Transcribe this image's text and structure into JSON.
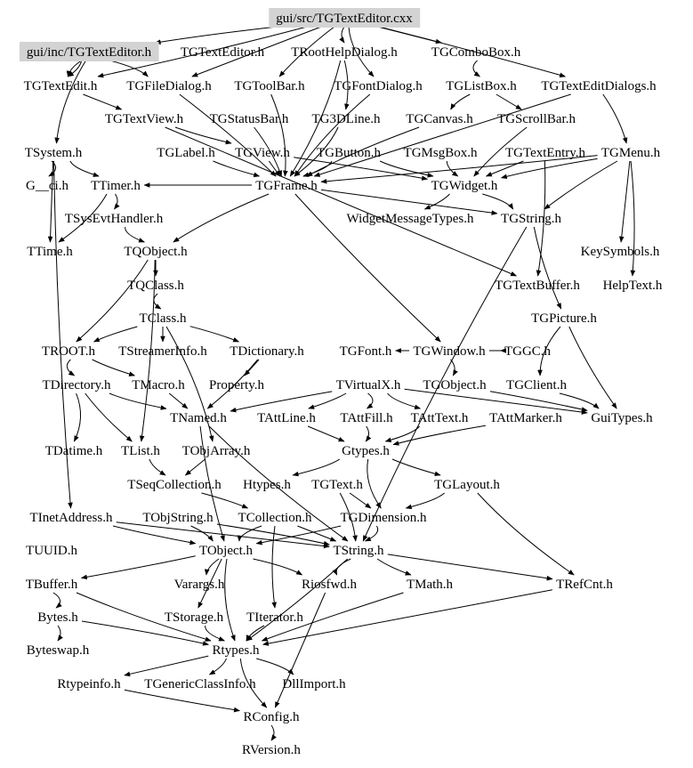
{
  "diagram": {
    "title": "Include dependency graph for gui/src/TGTextEditor.cxx",
    "highlight_color": "#d3d3d3",
    "root": "gui/src/TGTextEditor.cxx",
    "nodes": [
      {
        "id": "cxx",
        "label": "gui/src/TGTextEditor.cxx",
        "highlighted": true
      },
      {
        "id": "inc",
        "label": "gui/inc/TGTextEditor.h",
        "highlighted": true
      },
      {
        "id": "TGTextEditor",
        "label": "TGTextEditor.h"
      },
      {
        "id": "TRootHelpDialog",
        "label": "TRootHelpDialog.h"
      },
      {
        "id": "TGComboBox",
        "label": "TGComboBox.h"
      },
      {
        "id": "TGTextEdit",
        "label": "TGTextEdit.h"
      },
      {
        "id": "TGFileDialog",
        "label": "TGFileDialog.h"
      },
      {
        "id": "TGToolBar",
        "label": "TGToolBar.h"
      },
      {
        "id": "TGFontDialog",
        "label": "TGFontDialog.h"
      },
      {
        "id": "TGListBox",
        "label": "TGListBox.h"
      },
      {
        "id": "TGTextEditDialogs",
        "label": "TGTextEditDialogs.h"
      },
      {
        "id": "TGTextView",
        "label": "TGTextView.h"
      },
      {
        "id": "TGStatusBar",
        "label": "TGStatusBar.h"
      },
      {
        "id": "TG3DLine",
        "label": "TG3DLine.h"
      },
      {
        "id": "TGCanvas",
        "label": "TGCanvas.h"
      },
      {
        "id": "TGScrollBar",
        "label": "TGScrollBar.h"
      },
      {
        "id": "TSystem",
        "label": "TSystem.h"
      },
      {
        "id": "TGLabel",
        "label": "TGLabel.h"
      },
      {
        "id": "TGView",
        "label": "TGView.h"
      },
      {
        "id": "TGButton",
        "label": "TGButton.h"
      },
      {
        "id": "TGMsgBox",
        "label": "TGMsgBox.h"
      },
      {
        "id": "TGTextEntry",
        "label": "TGTextEntry.h"
      },
      {
        "id": "TGMenu",
        "label": "TGMenu.h"
      },
      {
        "id": "G__ci",
        "label": "G__ci.h"
      },
      {
        "id": "TTimer",
        "label": "TTimer.h"
      },
      {
        "id": "TGFrame",
        "label": "TGFrame.h"
      },
      {
        "id": "TGWidget",
        "label": "TGWidget.h"
      },
      {
        "id": "TSysEvtHandler",
        "label": "TSysEvtHandler.h"
      },
      {
        "id": "WidgetMessageTypes",
        "label": "WidgetMessageTypes.h"
      },
      {
        "id": "TGString",
        "label": "TGString.h"
      },
      {
        "id": "TTime",
        "label": "TTime.h"
      },
      {
        "id": "TQObject",
        "label": "TQObject.h"
      },
      {
        "id": "KeySymbols",
        "label": "KeySymbols.h"
      },
      {
        "id": "TQClass",
        "label": "TQClass.h"
      },
      {
        "id": "TGTextBuffer",
        "label": "TGTextBuffer.h"
      },
      {
        "id": "HelpText",
        "label": "HelpText.h"
      },
      {
        "id": "TClass",
        "label": "TClass.h"
      },
      {
        "id": "TGPicture",
        "label": "TGPicture.h"
      },
      {
        "id": "TROOT",
        "label": "TROOT.h"
      },
      {
        "id": "TStreamerInfo",
        "label": "TStreamerInfo.h"
      },
      {
        "id": "TDictionary",
        "label": "TDictionary.h"
      },
      {
        "id": "TGFont",
        "label": "TGFont.h"
      },
      {
        "id": "TGWindow",
        "label": "TGWindow.h"
      },
      {
        "id": "TGGC",
        "label": "TGGC.h"
      },
      {
        "id": "TDirectory",
        "label": "TDirectory.h"
      },
      {
        "id": "TMacro",
        "label": "TMacro.h"
      },
      {
        "id": "Property",
        "label": "Property.h"
      },
      {
        "id": "TVirtualX",
        "label": "TVirtualX.h"
      },
      {
        "id": "TGObject",
        "label": "TGObject.h"
      },
      {
        "id": "TGClient",
        "label": "TGClient.h"
      },
      {
        "id": "TNamed",
        "label": "TNamed.h"
      },
      {
        "id": "TAttLine",
        "label": "TAttLine.h"
      },
      {
        "id": "TAttFill",
        "label": "TAttFill.h"
      },
      {
        "id": "TAttText",
        "label": "TAttText.h"
      },
      {
        "id": "TAttMarker",
        "label": "TAttMarker.h"
      },
      {
        "id": "GuiTypes",
        "label": "GuiTypes.h"
      },
      {
        "id": "TDatime",
        "label": "TDatime.h"
      },
      {
        "id": "TList",
        "label": "TList.h"
      },
      {
        "id": "TObjArray",
        "label": "TObjArray.h"
      },
      {
        "id": "Gtypes",
        "label": "Gtypes.h"
      },
      {
        "id": "TSeqCollection",
        "label": "TSeqCollection.h"
      },
      {
        "id": "Htypes",
        "label": "Htypes.h"
      },
      {
        "id": "TGText",
        "label": "TGText.h"
      },
      {
        "id": "TGLayout",
        "label": "TGLayout.h"
      },
      {
        "id": "TInetAddress",
        "label": "TInetAddress.h"
      },
      {
        "id": "TObjString",
        "label": "TObjString.h"
      },
      {
        "id": "TCollection",
        "label": "TCollection.h"
      },
      {
        "id": "TGDimension",
        "label": "TGDimension.h"
      },
      {
        "id": "TUUID",
        "label": "TUUID.h"
      },
      {
        "id": "TObject",
        "label": "TObject.h"
      },
      {
        "id": "TString",
        "label": "TString.h"
      },
      {
        "id": "TBuffer",
        "label": "TBuffer.h"
      },
      {
        "id": "Varargs",
        "label": "Varargs.h"
      },
      {
        "id": "Riosfwd",
        "label": "Riosfwd.h"
      },
      {
        "id": "TMath",
        "label": "TMath.h"
      },
      {
        "id": "TRefCnt",
        "label": "TRefCnt.h"
      },
      {
        "id": "Bytes",
        "label": "Bytes.h"
      },
      {
        "id": "TStorage",
        "label": "TStorage.h"
      },
      {
        "id": "TIterator",
        "label": "TIterator.h"
      },
      {
        "id": "Byteswap",
        "label": "Byteswap.h"
      },
      {
        "id": "Rtypes",
        "label": "Rtypes.h"
      },
      {
        "id": "Rtypeinfo",
        "label": "Rtypeinfo.h"
      },
      {
        "id": "TGenericClassInfo",
        "label": "TGenericClassInfo.h"
      },
      {
        "id": "DllImport",
        "label": "DllImport.h"
      },
      {
        "id": "RConfig",
        "label": "RConfig.h"
      },
      {
        "id": "RVersion",
        "label": "RVersion.h"
      }
    ],
    "edges": [
      [
        "cxx",
        "inc"
      ],
      [
        "cxx",
        "TRootHelpDialog"
      ],
      [
        "cxx",
        "TGComboBox"
      ],
      [
        "cxx",
        "TGTextEditDialogs"
      ],
      [
        "cxx",
        "TGTextEdit"
      ],
      [
        "cxx",
        "TGFontDialog"
      ],
      [
        "cxx",
        "TGToolBar"
      ],
      [
        "cxx",
        "TGFileDialog"
      ],
      [
        "inc",
        "TGTextEdit"
      ],
      [
        "inc",
        "TGFileDialog"
      ],
      [
        "inc",
        "TSystem"
      ],
      [
        "inc",
        "TGTextEdit"
      ],
      [
        "TGTextEdit",
        "TGTextView"
      ],
      [
        "TRootHelpDialog",
        "TG3DLine"
      ],
      [
        "TRootHelpDialog",
        "TGFrame"
      ],
      [
        "TGComboBox",
        "TGListBox"
      ],
      [
        "TGListBox",
        "TGCanvas"
      ],
      [
        "TGListBox",
        "TGScrollBar"
      ],
      [
        "TGFileDialog",
        "TGFrame"
      ],
      [
        "TGToolBar",
        "TGFrame"
      ],
      [
        "TGFontDialog",
        "TGFrame"
      ],
      [
        "TGTextView",
        "TGView"
      ],
      [
        "TGTextView",
        "TGTextBuffer"
      ],
      [
        "TGStatusBar",
        "TGFrame"
      ],
      [
        "TG3DLine",
        "TGFrame"
      ],
      [
        "TGCanvas",
        "TGFrame"
      ],
      [
        "TGScrollBar",
        "TGWidget"
      ],
      [
        "TGTextEditDialogs",
        "TGFrame"
      ],
      [
        "TGTextEditDialogs",
        "TGMenu"
      ],
      [
        "TSystem",
        "G__ci"
      ],
      [
        "TSystem",
        "TTimer"
      ],
      [
        "TSystem",
        "TInetAddress"
      ],
      [
        "TSystem",
        "TTime"
      ],
      [
        "TTimer",
        "TSysEvtHandler"
      ],
      [
        "TTimer",
        "TTime"
      ],
      [
        "TSysEvtHandler",
        "TQObject"
      ],
      [
        "TGLabel",
        "TGFrame"
      ],
      [
        "TGView",
        "TGFrame"
      ],
      [
        "TGView",
        "TGWidget"
      ],
      [
        "TGButton",
        "TGFrame"
      ],
      [
        "TGButton",
        "TGWidget"
      ],
      [
        "TGMsgBox",
        "TGWidget"
      ],
      [
        "TGTextEntry",
        "TGWidget"
      ],
      [
        "TGTextEntry",
        "TGTextBuffer"
      ],
      [
        "TGMenu",
        "TGFrame"
      ],
      [
        "TGMenu",
        "TGWidget"
      ],
      [
        "TGMenu",
        "TGString"
      ],
      [
        "TGMenu",
        "KeySymbols"
      ],
      [
        "TGMenu",
        "HelpText"
      ],
      [
        "TGFrame",
        "TTimer"
      ],
      [
        "TGFrame",
        "TQObject"
      ],
      [
        "TGFrame",
        "TGWindow"
      ],
      [
        "TGFrame",
        "TGString"
      ],
      [
        "TGWidget",
        "WidgetMessageTypes"
      ],
      [
        "TGWidget",
        "TGString"
      ],
      [
        "TGString",
        "TString"
      ],
      [
        "TGString",
        "TGPicture"
      ],
      [
        "TQObject",
        "TQClass"
      ],
      [
        "TQObject",
        "TList"
      ],
      [
        "TQObject",
        "TROOT"
      ],
      [
        "TQClass",
        "TClass"
      ],
      [
        "TClass",
        "TROOT"
      ],
      [
        "TClass",
        "TStreamerInfo"
      ],
      [
        "TClass",
        "TDictionary"
      ],
      [
        "TClass",
        "TObjArray"
      ],
      [
        "TGPicture",
        "TGClient"
      ],
      [
        "TGPicture",
        "GuiTypes"
      ],
      [
        "TGWindow",
        "TGFont"
      ],
      [
        "TGWindow",
        "TGObject"
      ],
      [
        "TGWindow",
        "TGGC"
      ],
      [
        "TROOT",
        "TDirectory"
      ],
      [
        "TROOT",
        "TMacro"
      ],
      [
        "TDictionary",
        "Property"
      ],
      [
        "TDictionary",
        "TNamed"
      ],
      [
        "TDirectory",
        "TDatime"
      ],
      [
        "TDirectory",
        "TNamed"
      ],
      [
        "TDirectory",
        "TList"
      ],
      [
        "TMacro",
        "TNamed"
      ],
      [
        "TVirtualX",
        "TAttLine"
      ],
      [
        "TVirtualX",
        "TAttFill"
      ],
      [
        "TVirtualX",
        "TAttText"
      ],
      [
        "TVirtualX",
        "TNamed"
      ],
      [
        "TVirtualX",
        "GuiTypes"
      ],
      [
        "TGObject",
        "GuiTypes"
      ],
      [
        "TGClient",
        "GuiTypes"
      ],
      [
        "TNamed",
        "TString"
      ],
      [
        "TNamed",
        "TObject"
      ],
      [
        "TAttLine",
        "Gtypes"
      ],
      [
        "TAttFill",
        "Gtypes"
      ],
      [
        "TAttText",
        "Gtypes"
      ],
      [
        "TAttMarker",
        "Gtypes"
      ],
      [
        "TList",
        "TSeqCollection"
      ],
      [
        "TObjArray",
        "TSeqCollection"
      ],
      [
        "TSeqCollection",
        "TCollection"
      ],
      [
        "Gtypes",
        "Htypes"
      ],
      [
        "Gtypes",
        "TGDimension"
      ],
      [
        "Gtypes",
        "TGLayout"
      ],
      [
        "TGText",
        "TGDimension"
      ],
      [
        "TGText",
        "TString"
      ],
      [
        "TGLayout",
        "TGDimension"
      ],
      [
        "TGLayout",
        "TRefCnt"
      ],
      [
        "TInetAddress",
        "TObject"
      ],
      [
        "TInetAddress",
        "TString"
      ],
      [
        "TObjString",
        "TObject"
      ],
      [
        "TObjString",
        "TString"
      ],
      [
        "TCollection",
        "TObject"
      ],
      [
        "TCollection",
        "TIterator"
      ],
      [
        "TCollection",
        "TString"
      ],
      [
        "TGDimension",
        "TObject"
      ],
      [
        "TGDimension",
        "TString"
      ],
      [
        "TObject",
        "Rtypes"
      ],
      [
        "TObject",
        "Varargs"
      ],
      [
        "TObject",
        "TStorage"
      ],
      [
        "TObject",
        "TBuffer"
      ],
      [
        "TObject",
        "Riosfwd"
      ],
      [
        "TString",
        "Riosfwd"
      ],
      [
        "TString",
        "TMath"
      ],
      [
        "TString",
        "TRefCnt"
      ],
      [
        "TString",
        "Rtypes"
      ],
      [
        "TBuffer",
        "Bytes"
      ],
      [
        "TBuffer",
        "Rtypes"
      ],
      [
        "TMath",
        "Rtypes"
      ],
      [
        "TRefCnt",
        "Rtypes"
      ],
      [
        "Bytes",
        "Byteswap"
      ],
      [
        "Bytes",
        "Rtypes"
      ],
      [
        "TStorage",
        "Rtypes"
      ],
      [
        "TIterator",
        "Rtypes"
      ],
      [
        "Rtypes",
        "Rtypeinfo"
      ],
      [
        "Rtypes",
        "TGenericClassInfo"
      ],
      [
        "Rtypes",
        "DllImport"
      ],
      [
        "Rtypes",
        "RConfig"
      ],
      [
        "Rtypeinfo",
        "RConfig"
      ],
      [
        "Riosfwd",
        "RConfig"
      ],
      [
        "RConfig",
        "RVersion"
      ]
    ]
  }
}
